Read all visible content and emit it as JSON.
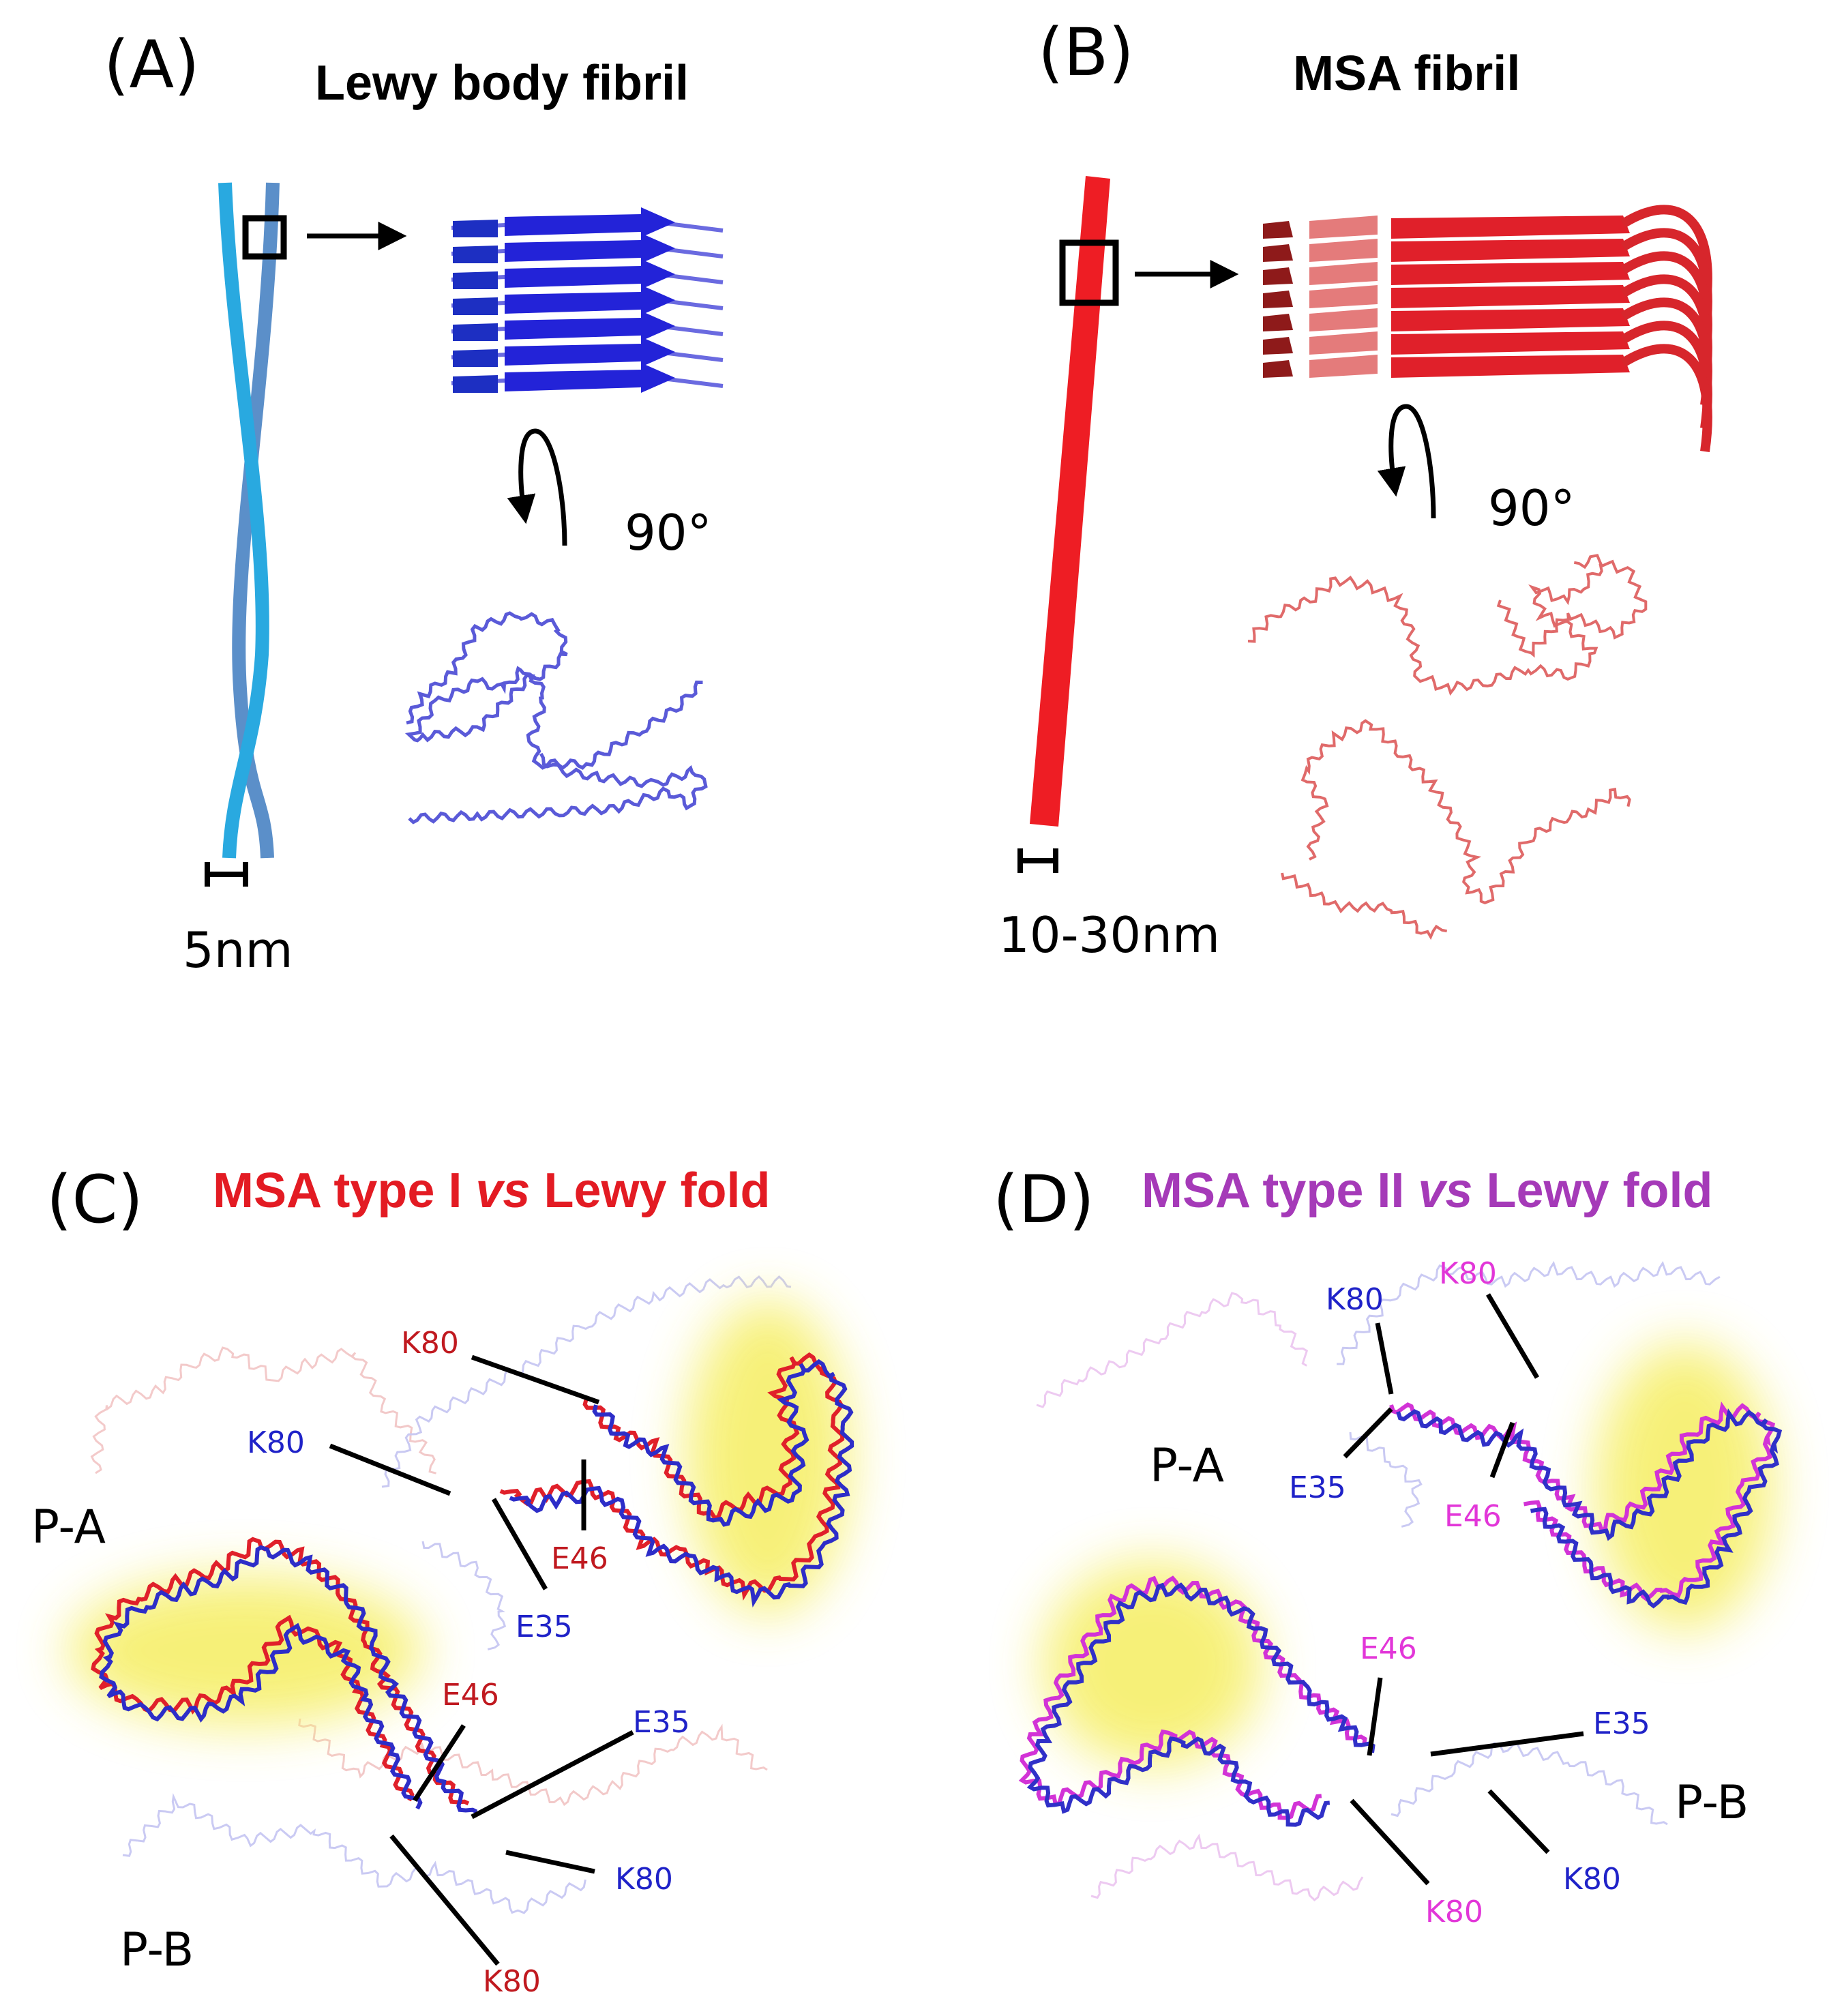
{
  "colors": {
    "lewy_blue": "#2323d8",
    "lewy_light": "#6a6ae0",
    "fibril_cyan": "#29a9e0",
    "fibril_steel": "#5b8fc9",
    "msa_red": "#e0202a",
    "msa_light": "#e47b7b",
    "type2_magenta": "#d233d6",
    "label_blue": "#1f22c8",
    "label_red": "#c0191f",
    "label_magenta": "#e236d8",
    "title_red": "#e31b23",
    "title_purple": "#a53ab8",
    "highlight_yellow": "#f6ef6a"
  },
  "panel_a": {
    "letter": "(A)",
    "title": "Lewy body fibril",
    "rotation": "90°",
    "scale": "5nm"
  },
  "panel_b": {
    "letter": "(B)",
    "title": "MSA fibril",
    "rotation": "90°",
    "scale": "10-30nm"
  },
  "panel_c": {
    "letter": "(C)",
    "title_part1": "MSA type I ",
    "title_vs": "vs",
    "title_part2": " Lewy fold",
    "protofilament_a": "P-A",
    "protofilament_b": "P-B",
    "labels": {
      "k80_red_top": "K80",
      "k80_blue_top": "K80",
      "e46_red_top": "E46",
      "e35_blue_top": "E35",
      "e46_red_bottom": "E46",
      "e35_blue_bottom": "E35",
      "k80_blue_bottom": "K80",
      "k80_red_bottom": "K80"
    }
  },
  "panel_d": {
    "letter": "(D)",
    "title_part1": "MSA type II ",
    "title_vs": "vs",
    "title_part2": " Lewy fold",
    "protofilament_a": "P-A",
    "protofilament_b": "P-B",
    "labels": {
      "k80_blue_top": "K80",
      "k80_magenta_top": "K80",
      "e35_blue_top": "E35",
      "e46_magenta_top": "E46",
      "e46_magenta_bottom": "E46",
      "e35_blue_bottom": "E35",
      "k80_blue_bottom": "K80",
      "k80_magenta_bottom": "K80"
    }
  }
}
